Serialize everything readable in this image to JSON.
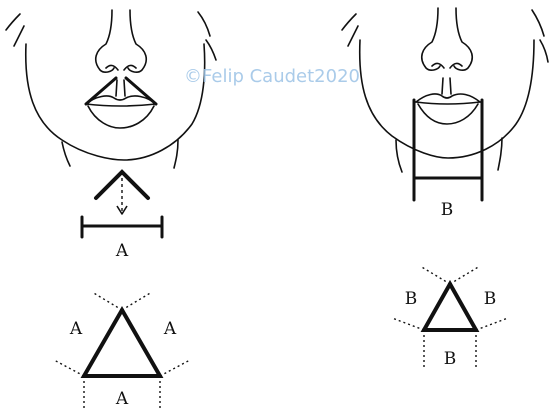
{
  "watermark": "©Felip Caudet2020",
  "colors": {
    "ink": "#111111",
    "watermark": "#9cc3e6",
    "background": "#ffffff"
  },
  "left_figure": {
    "bar_label": "A",
    "triangle_labels": {
      "left": "A",
      "right": "A",
      "bottom": "A"
    }
  },
  "right_figure": {
    "bar_label": "B",
    "triangle_labels": {
      "left": "B",
      "right": "B",
      "bottom": "B"
    }
  }
}
